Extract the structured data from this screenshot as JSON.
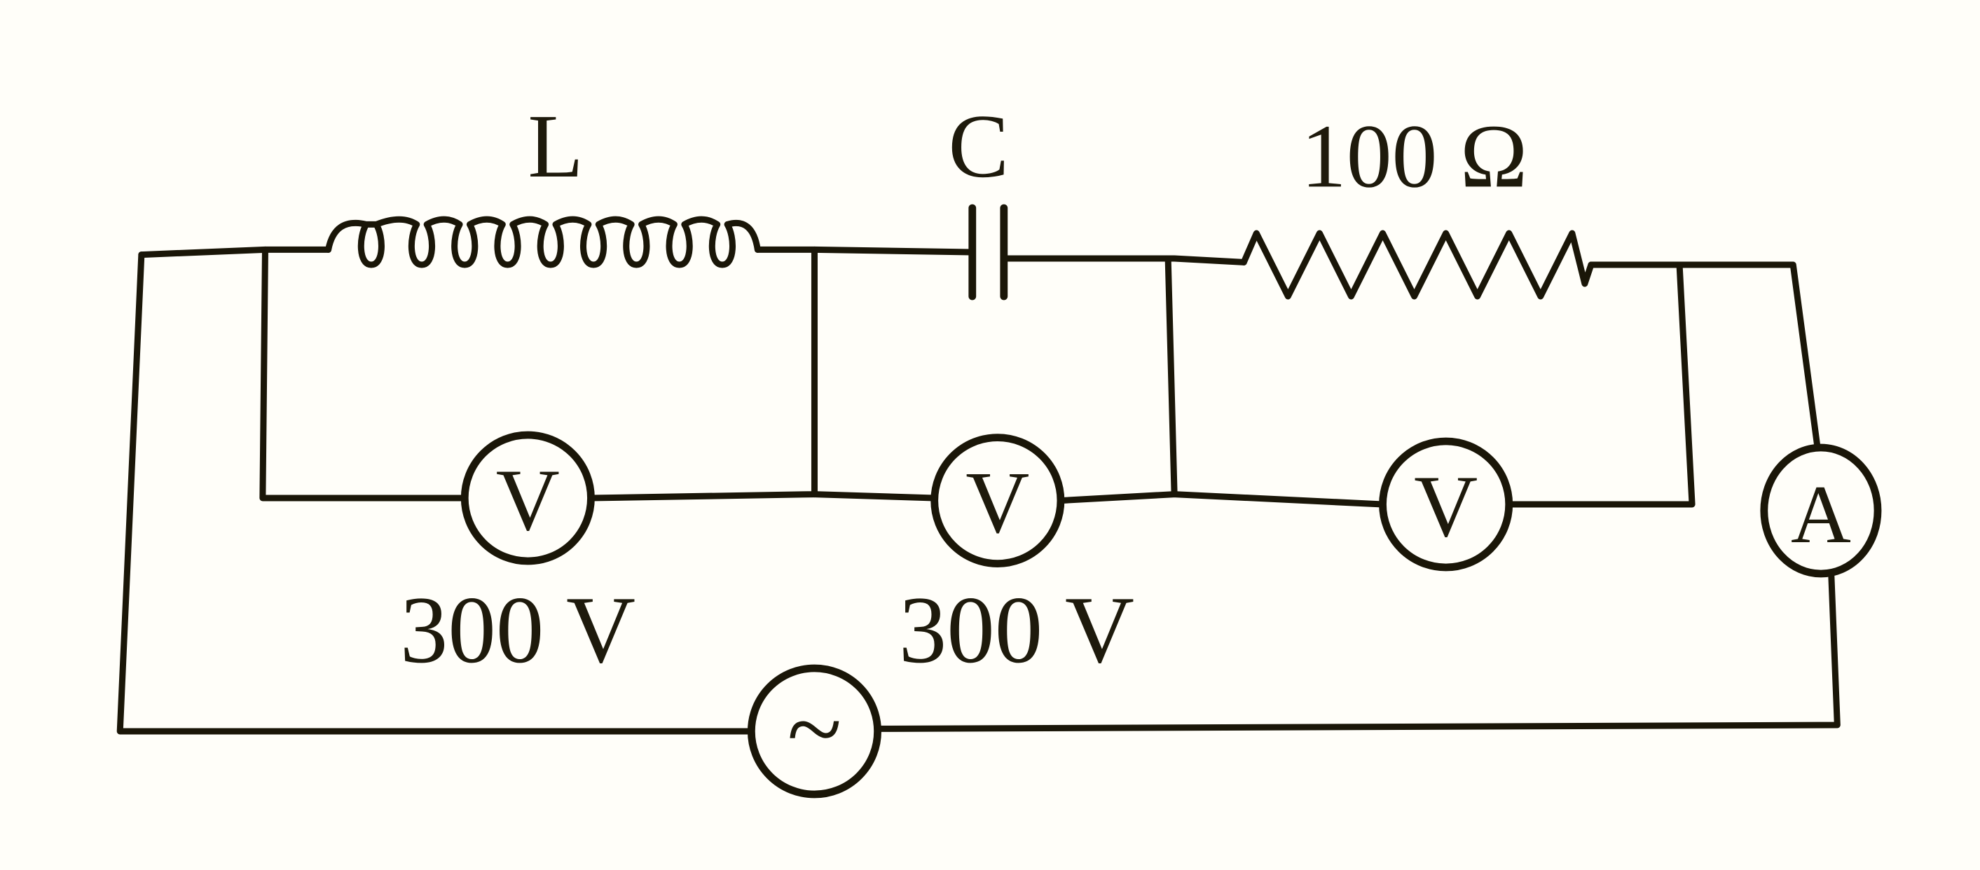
{
  "diagram": {
    "type": "AC series LCR circuit",
    "components": {
      "inductor": {
        "label": "L"
      },
      "capacitor": {
        "label": "C"
      },
      "resistor": {
        "label": "100 Ω"
      },
      "voltmeter_L": {
        "symbol": "V",
        "reading": "300 V"
      },
      "voltmeter_C": {
        "symbol": "V",
        "reading": "300 V"
      },
      "voltmeter_R": {
        "symbol": "V"
      },
      "ammeter": {
        "symbol": "A"
      },
      "source": {
        "symbol": "~"
      }
    },
    "colors": {
      "ink": "#1a1608",
      "background": "#fffef9"
    }
  }
}
